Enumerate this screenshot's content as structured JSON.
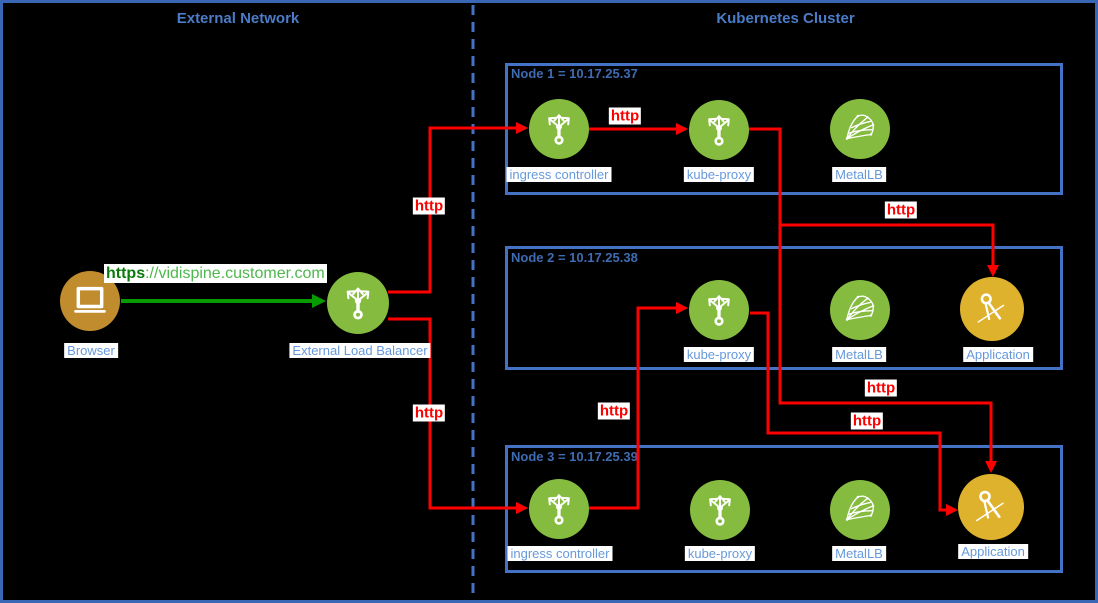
{
  "diagram": {
    "title_left": "External Network",
    "title_right": "Kubernetes Cluster"
  },
  "labels": {
    "http": "http"
  },
  "external": {
    "browser_label": "Browser",
    "load_balancer_label": "External Load Balancer",
    "url": {
      "scheme": "https",
      "rest": "://vidispine.customer.com"
    }
  },
  "nodes": [
    {
      "title": "Node 1 = 10.17.25.37",
      "elements": [
        {
          "icon": "load-balancer-icon",
          "label": "ingress controller"
        },
        {
          "icon": "load-balancer-icon",
          "label": "kube-proxy"
        },
        {
          "icon": "metallb-icon",
          "label": "MetalLB"
        }
      ]
    },
    {
      "title": "Node 2 = 10.17.25.38",
      "elements": [
        {
          "icon": "load-balancer-icon",
          "label": "kube-proxy"
        },
        {
          "icon": "metallb-icon",
          "label": "MetalLB"
        },
        {
          "icon": "application-icon",
          "label": "Application"
        }
      ]
    },
    {
      "title": "Node 3 = 10.17.25.39",
      "elements": [
        {
          "icon": "load-balancer-icon",
          "label": "ingress controller"
        },
        {
          "icon": "load-balancer-icon",
          "label": "kube-proxy"
        },
        {
          "icon": "metallb-icon",
          "label": "MetalLB"
        },
        {
          "icon": "application-icon",
          "label": "Application"
        }
      ]
    }
  ],
  "connections": [
    {
      "from": "Browser",
      "to": "External Load Balancer",
      "label": "https://vidispine.customer.com",
      "color": "#089B00"
    },
    {
      "from": "External Load Balancer",
      "to": "Node 1 ingress controller",
      "label": "http",
      "color": "#FF0000"
    },
    {
      "from": "External Load Balancer",
      "to": "Node 3 ingress controller",
      "label": "http",
      "color": "#FF0000"
    },
    {
      "from": "Node 1 ingress controller",
      "to": "Node 1 kube-proxy",
      "label": "http",
      "color": "#FF0000"
    },
    {
      "from": "Node 1 kube-proxy",
      "to": "Node 2 Application",
      "label": "http",
      "color": "#FF0000"
    },
    {
      "from": "Node 1 kube-proxy",
      "to": "Node 3 Application",
      "label": "http",
      "color": "#FF0000"
    },
    {
      "from": "Node 2 kube-proxy",
      "to": "Node 3 Application",
      "label": "http",
      "color": "#FF0000"
    },
    {
      "from": "Node 3 ingress controller",
      "to": "Node 2 kube-proxy",
      "label": "http",
      "color": "#FF0000"
    }
  ],
  "colors": {
    "background": "#000000",
    "box_border_blue": "#4472C4",
    "section_title_blue": "#4A7CC7",
    "node_title_blue": "#3E6CB2",
    "element_label_blue": "#6699DB",
    "green_circle": "#85BB3F",
    "browser_circle": "#C08C2E",
    "application_circle": "#DFB22E",
    "red_arrow": "#FF0000",
    "green_arrow": "#089B00",
    "url_scheme_green": "#0B7A0B",
    "url_rest_green": "#4DB84D"
  }
}
